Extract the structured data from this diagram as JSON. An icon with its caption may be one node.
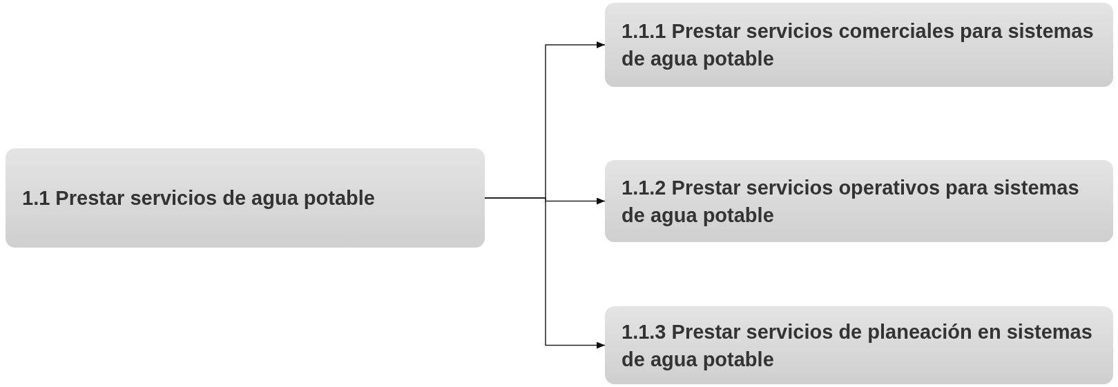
{
  "diagram": {
    "nodes": [
      {
        "text": [
          "1.1 Prestar servicios de agua potable"
        ]
      },
      {
        "text": [
          "1.1.1  Prestar servicios comerciales para sistemas de agua potable"
        ]
      },
      {
        "text": [
          "1.1.2  Prestar servicios operativos para sistemas de agua potable"
        ]
      },
      {
        "text": [
          "1.1.3  Prestar servicios de planeación en sistemas de agua potable"
        ]
      }
    ],
    "edges": [
      {
        "from": 0,
        "to": 1,
        "arrow": "to"
      },
      {
        "from": 0,
        "to": 2,
        "arrow": "to"
      },
      {
        "from": 0,
        "to": 3,
        "arrow": "to"
      }
    ]
  }
}
